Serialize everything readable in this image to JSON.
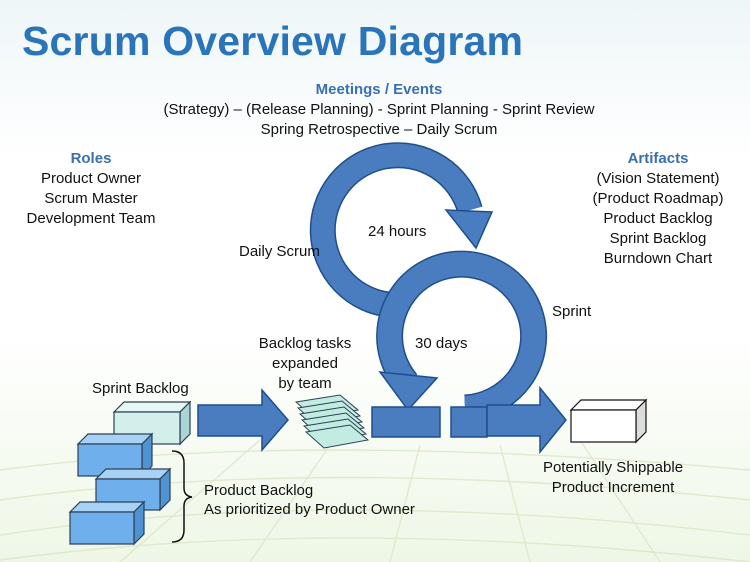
{
  "title": "Scrum Overview Diagram",
  "meetings": {
    "heading": "Meetings / Events",
    "line1": "(Strategy) – (Release Planning) - Sprint Planning  -  Sprint Review",
    "line2": "Spring Retrospective – Daily Scrum"
  },
  "roles": {
    "heading": "Roles",
    "items": [
      "Product Owner",
      "Scrum Master",
      "Development Team"
    ]
  },
  "artifacts": {
    "heading": "Artifacts",
    "items": [
      "(Vision Statement)",
      "(Product Roadmap)",
      "Product Backlog",
      "Sprint Backlog",
      "Burndown Chart"
    ]
  },
  "labels": {
    "daily_scrum": "Daily Scrum",
    "hours": "24 hours",
    "sprint": "Sprint",
    "days": "30 days",
    "backlog_tasks": [
      "Backlog tasks",
      "expanded",
      "by team"
    ],
    "sprint_backlog": "Sprint Backlog",
    "product_backlog": [
      "Product Backlog",
      "As prioritized by Product Owner"
    ],
    "increment": [
      "Potentially Shippable",
      "Product Increment"
    ]
  },
  "colors": {
    "title": "#2a74b9",
    "heading": "#3a6fb0",
    "loop_fill": "#4a7cc0",
    "loop_stroke": "#1f4e8c",
    "box_cyan": "#d3efec",
    "box_blue": "#6fb0ec",
    "task_green": "#c2ebe1"
  }
}
